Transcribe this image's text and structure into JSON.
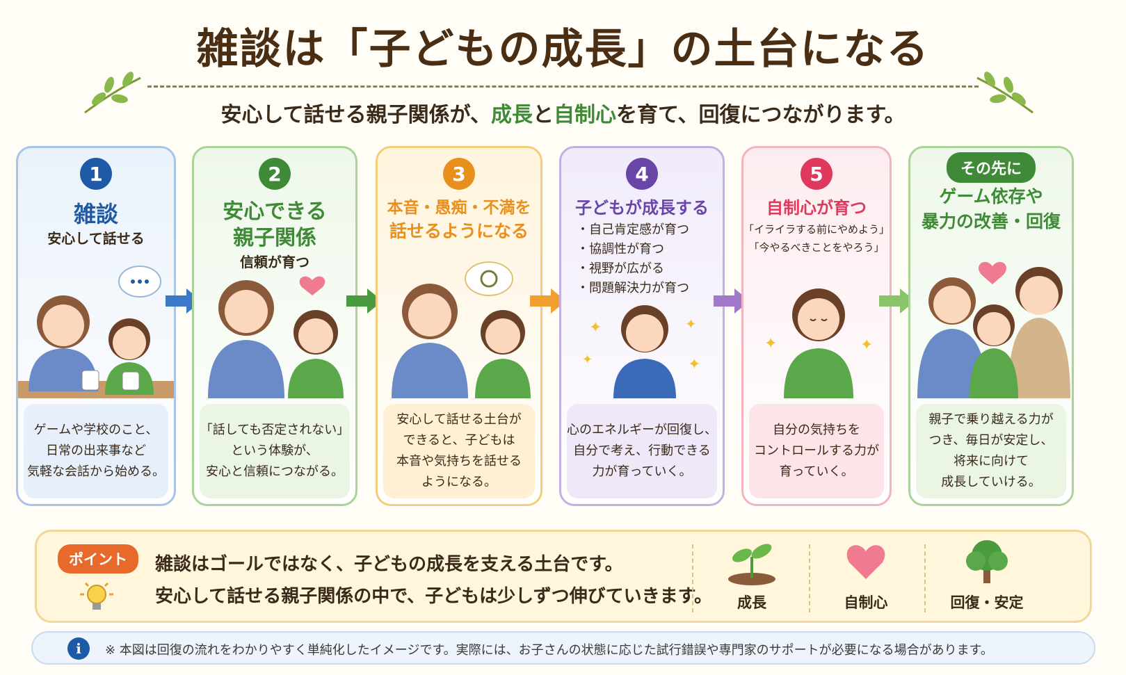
{
  "title": "雑談は「子どもの成長」の土台になる",
  "subtitle": {
    "pre": "安心して話せる親子関係が、",
    "hl1": "成長",
    "mid": "と",
    "hl2": "自制心",
    "post": "を育て、回復につながります。"
  },
  "cards": [
    {
      "num": "1",
      "title": "雑談",
      "sub": "安心して話せる",
      "desc": [
        "ゲームや学校のこと、",
        "日常の出来事など",
        "気軽な会話から始める。"
      ]
    },
    {
      "num": "2",
      "title1": "安心できる",
      "title2": "親子関係",
      "sub": "信頼が育つ",
      "desc": [
        "「話しても否定されない」",
        "という体験が、",
        "安心と信頼につながる。"
      ]
    },
    {
      "num": "3",
      "title1": "本音・愚痴・不満を",
      "title2": "話せるようになる",
      "desc": [
        "安心して話せる土台が",
        "できると、子どもは",
        "本音や気持ちを話せる",
        "ようになる。"
      ]
    },
    {
      "num": "4",
      "title": "子どもが成長する",
      "items": [
        "・自己肯定感が育つ",
        "・協調性が育つ",
        "・視野が広がる",
        "・問題解決力が育つ"
      ],
      "desc": [
        "心のエネルギーが回復し、",
        "自分で考え、行動できる",
        "力が育っていく。"
      ]
    },
    {
      "num": "5",
      "title": "自制心が育つ",
      "quotes": [
        "「イライラする前にやめよう」",
        "「今やるべきことをやろう」"
      ],
      "desc": [
        "自分の気持ちを",
        "コントロールする力が",
        "育っていく。"
      ]
    },
    {
      "badge": "その先に",
      "title1": "ゲーム依存や",
      "title2": "暴力の改善・回復",
      "desc": [
        "親子で乗り越える力が",
        "つき、毎日が安定し、",
        "将来に向けて",
        "成長していける。"
      ]
    }
  ],
  "point": {
    "tag": "ポイント",
    "line1": "雑談はゴールではなく、子どもの成長を支える土台です。",
    "line2": "安心して話せる親子関係の中で、子どもは少しずつ伸びていきます。",
    "icons": [
      {
        "icon": "sprout-icon",
        "label": "成長"
      },
      {
        "icon": "heart-icon",
        "label": "自制心"
      },
      {
        "icon": "tree-icon",
        "label": "回復・安定"
      }
    ]
  },
  "note": {
    "icon": "i",
    "text": "※ 本図は回復の流れをわかりやすく単純化したイメージです。実際には、お子さんの状態に応じた試行錯誤や専門家のサポートが必要になる場合があります。"
  },
  "colors": {
    "blue": "#1f5aa6",
    "green": "#3e8a36",
    "orange": "#e8901e",
    "purple": "#6a45a8",
    "pink": "#e0395e",
    "lightgreen": "#4a9a3e"
  }
}
